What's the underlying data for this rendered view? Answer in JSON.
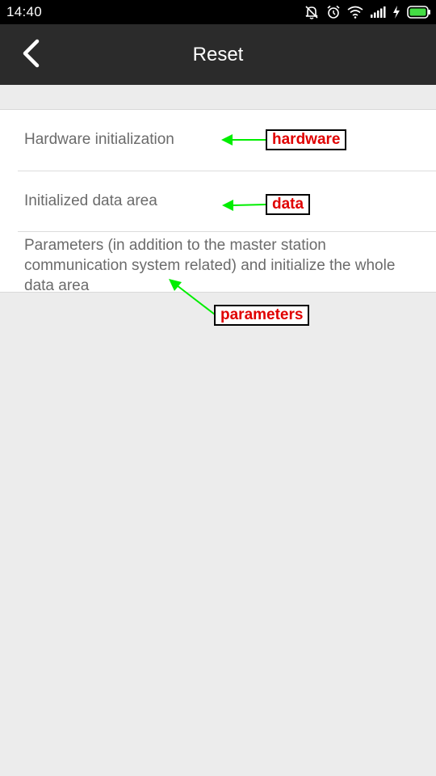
{
  "status_bar": {
    "time": "14:40",
    "icons": [
      "muted-bell-icon",
      "alarm-icon",
      "wifi-icon",
      "signal-icon",
      "charging-icon",
      "battery-icon"
    ]
  },
  "app_bar": {
    "title": "Reset",
    "back_icon": "chevron-left-icon"
  },
  "list": {
    "items": [
      {
        "label": "Hardware initialization"
      },
      {
        "label": "Initialized data area"
      },
      {
        "label": "Parameters (in addition to the master station communication system related) and initialize the whole data area"
      }
    ]
  },
  "annotations": {
    "hardware": "hardware",
    "data": "data",
    "parameters": "parameters",
    "text_color": "#e00000",
    "arrow_color": "#00ee00"
  },
  "colors": {
    "app_bar": "#2b2b2b",
    "background": "#ececec",
    "battery": "#44dd44"
  }
}
